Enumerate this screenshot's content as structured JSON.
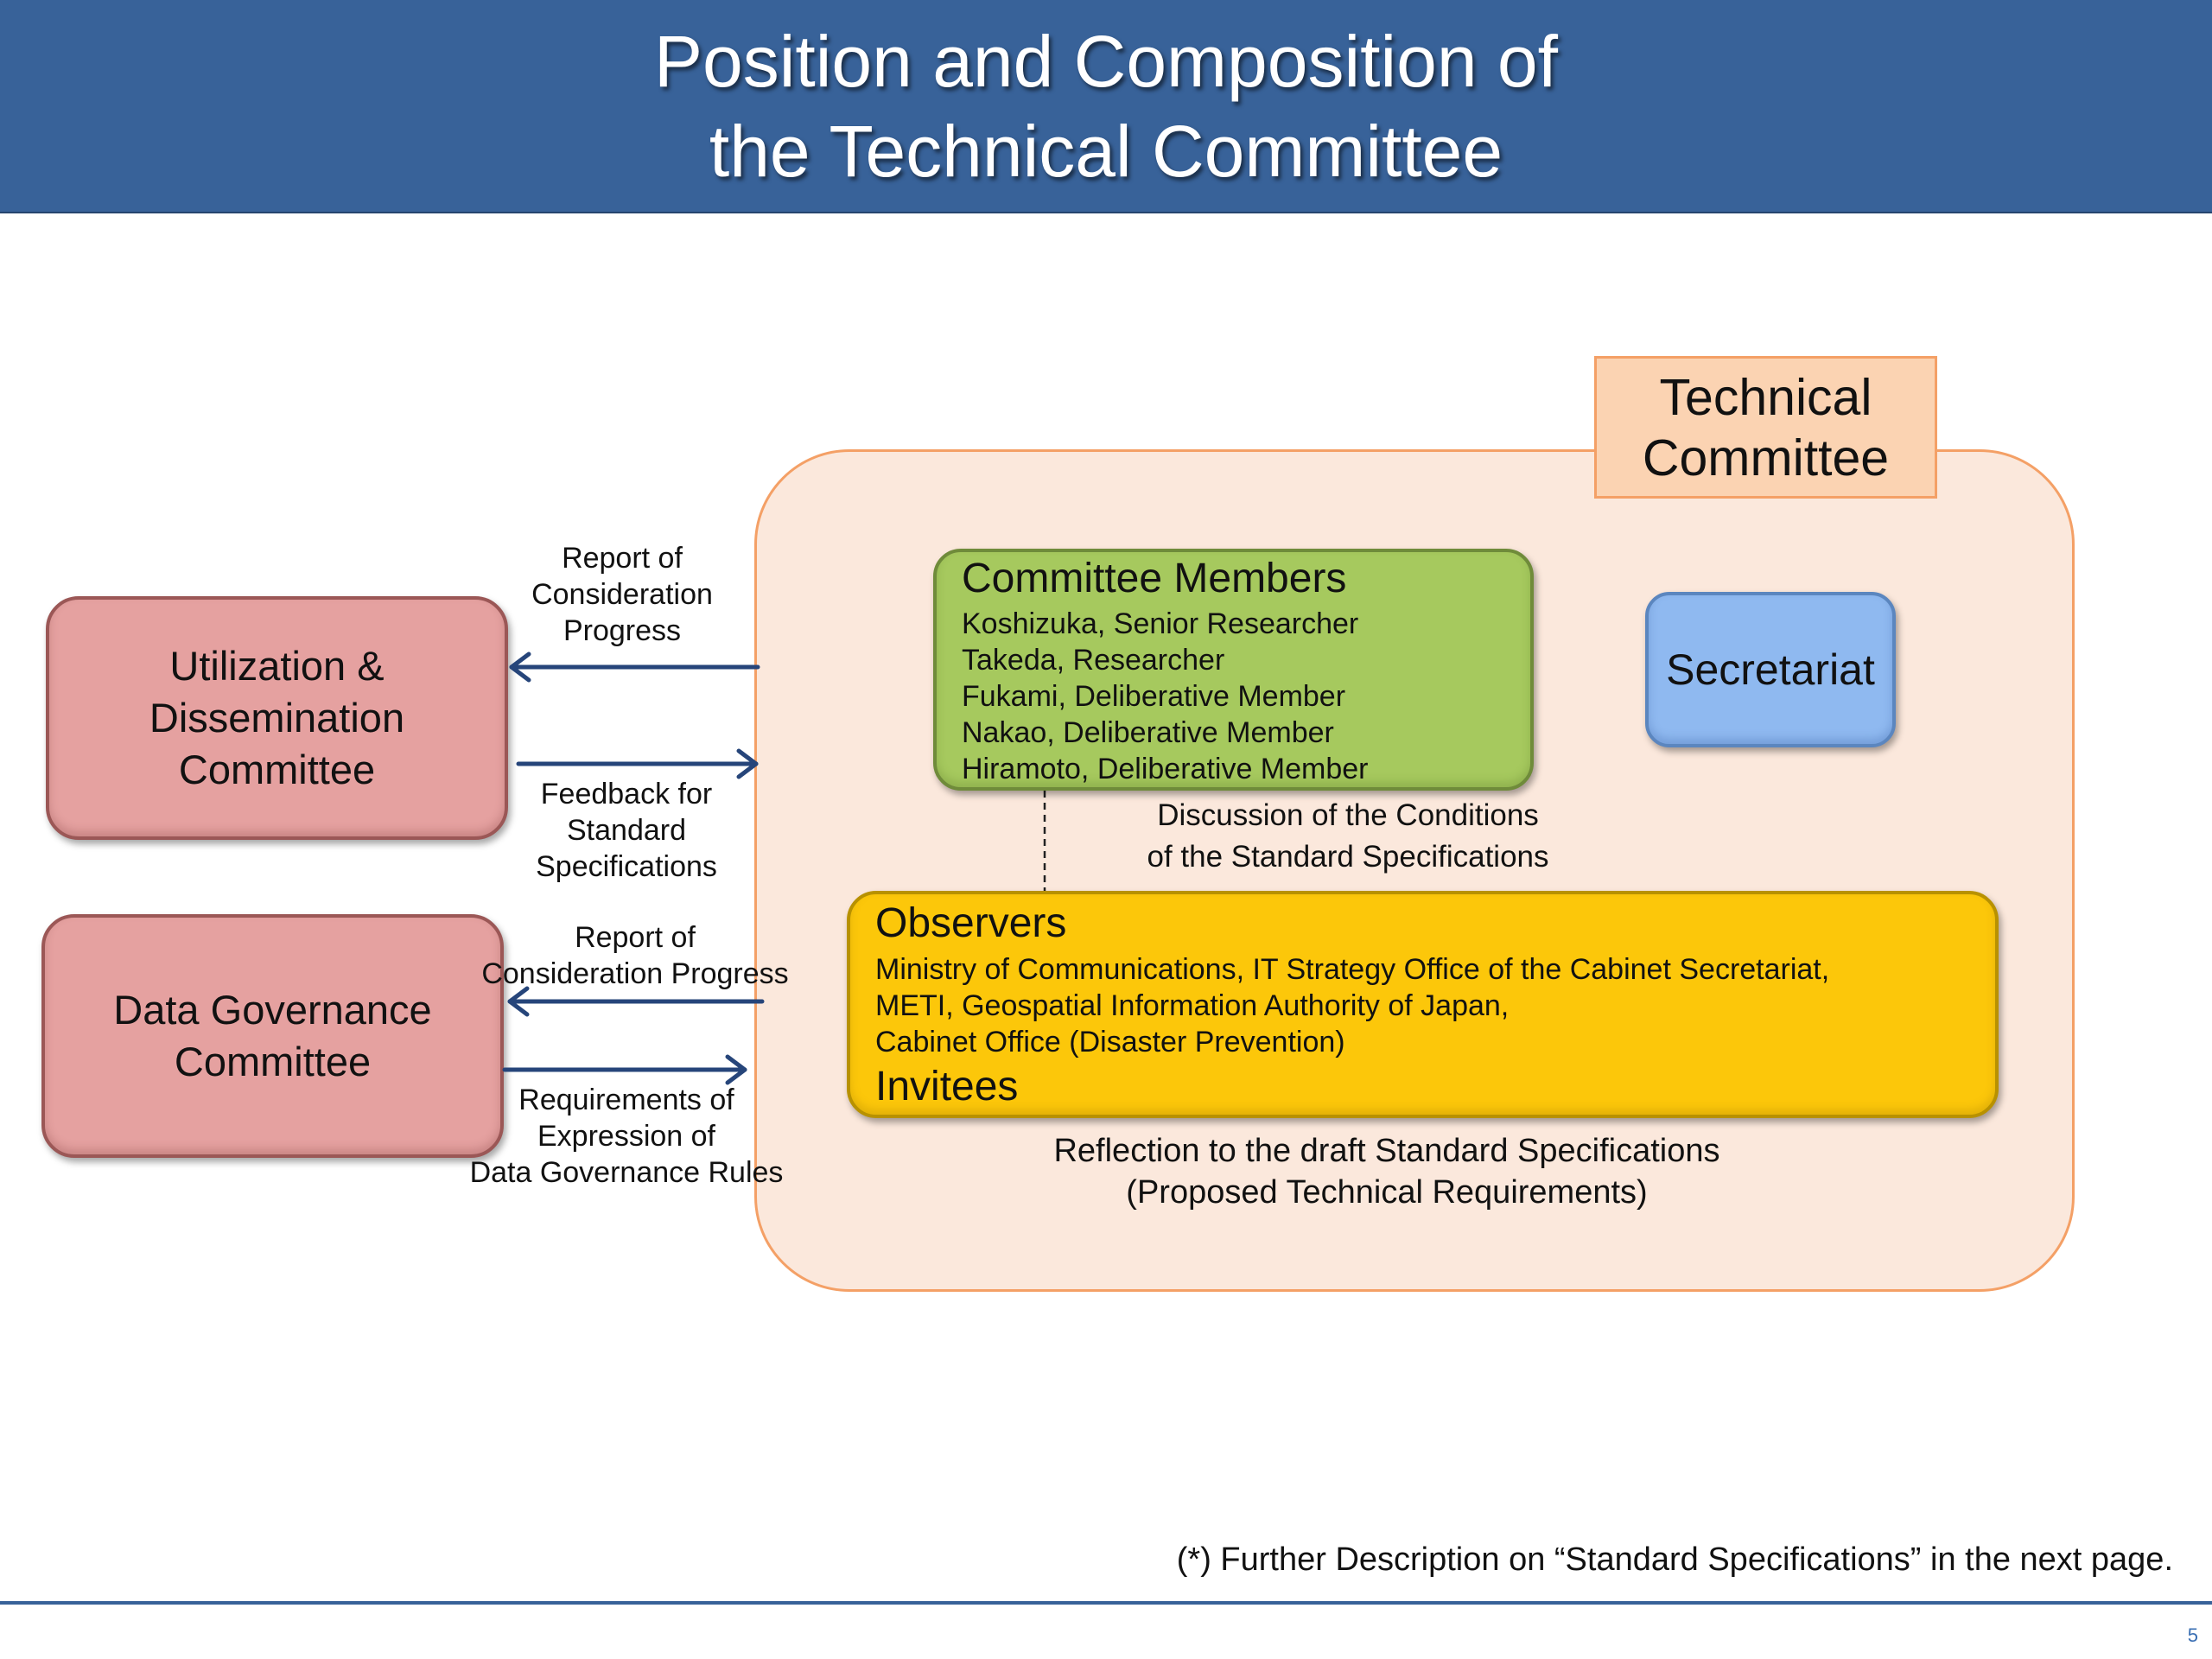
{
  "slide": {
    "title": "Position and Composition of\nthe Technical Committee",
    "page_number": "5",
    "footnote": "(*) Further Description on “Standard Specifications” in the next page."
  },
  "technical_committee": {
    "label": "Technical\nCommittee"
  },
  "left_committees": {
    "utilization": "Utilization &\nDissemination\nCommittee",
    "data_governance": "Data Governance\nCommittee"
  },
  "committee_members": {
    "title": "Committee Members",
    "members": [
      "Koshizuka, Senior Researcher",
      "Takeda, Researcher",
      "Fukami, Deliberative Member",
      "Nakao, Deliberative Member",
      "Hiramoto, Deliberative Member"
    ]
  },
  "secretariat": {
    "label": "Secretariat"
  },
  "observers": {
    "title": "Observers",
    "lines": [
      "Ministry of Communications, IT Strategy Office of the Cabinet Secretariat,",
      "METI, Geospatial Information Authority of Japan,",
      "Cabinet Office (Disaster Prevention)"
    ],
    "invitees_title": "Invitees"
  },
  "annotations": {
    "util_report": "Report of\nConsideration\nProgress",
    "util_feedback": "Feedback for\nStandard\nSpecifications",
    "dg_report": "Report of\nConsideration Progress",
    "dg_requirements": "Requirements of\nExpression of\nData Governance Rules",
    "discussion": "Discussion of the Conditions\nof the Standard Specifications",
    "reflection": "Reflection to the draft Standard Specifications\n(Proposed Technical Requirements)"
  },
  "colors": {
    "header": "#386299",
    "arrow": "#26457a",
    "tc_fill": "#fbe8dc",
    "members_green": "#a6c95e",
    "observers_yellow": "#fcc70a",
    "secretariat_blue": "#8fb9f0",
    "committee_red": "#e5a1a0"
  }
}
